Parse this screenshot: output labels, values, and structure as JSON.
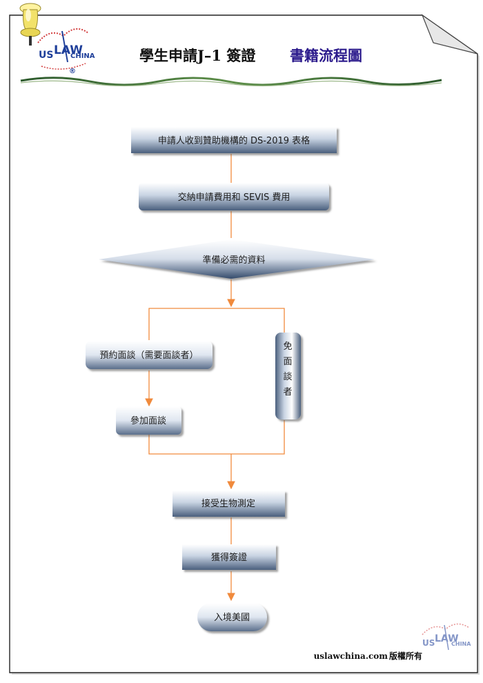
{
  "header": {
    "title": "學生申請J–1 簽證",
    "title_accent": "書籍流程圖",
    "logo": {
      "us": "US",
      "law": "LAW",
      "china": "CHINA",
      "registered": "®"
    }
  },
  "flow": {
    "steps": [
      "申請人收到贊助機構的 DS-2019 表格",
      "交納申請費用和 SEVIS 費用",
      "準備必需的資料",
      "預約面談（需要面談者）",
      "參加面談",
      "免面談者",
      "接受生物測定",
      "獲得簽證",
      "入境美國"
    ]
  },
  "footer": {
    "site": "uslawchina.com",
    "rights": "版權所有"
  },
  "colors": {
    "connector": "#f08a3c",
    "box_dark": "#4a5f7d",
    "box_light": "#f4f7fb",
    "title_accent": "#2b1a8c",
    "logo_blue": "#1f3f9a",
    "logo_red": "#d23c3c"
  }
}
